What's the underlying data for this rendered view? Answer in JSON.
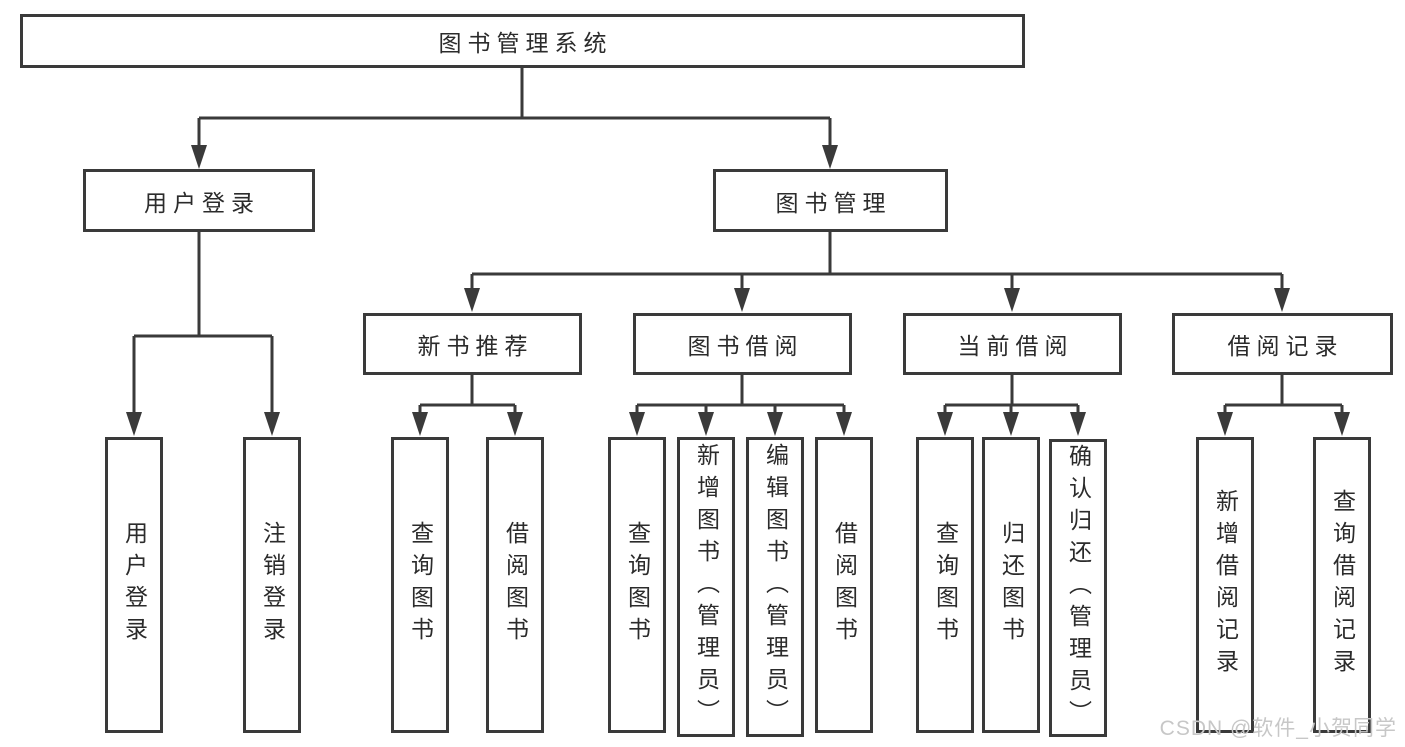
{
  "watermark": "CSDN @软件_小贺同学",
  "diagram": {
    "root": {
      "label": "图书管理系统"
    },
    "level2": [
      {
        "label": "用户登录"
      },
      {
        "label": "图书管理"
      }
    ],
    "level3": [
      {
        "label": "新书推荐"
      },
      {
        "label": "图书借阅"
      },
      {
        "label": "当前借阅"
      },
      {
        "label": "借阅记录"
      }
    ],
    "leaves": {
      "user_login": [
        "用户登录",
        "注销登录"
      ],
      "new_books": [
        "查询图书",
        "借阅图书"
      ],
      "book_borrow": [
        "查询图书",
        "新增图书（管理员）",
        "编辑图书（管理员）",
        "借阅图书"
      ],
      "current_borrow": [
        "查询图书",
        "归还图书",
        "确认归还（管理员）"
      ],
      "borrow_records": [
        "新增借阅记录",
        "查询借阅记录"
      ]
    },
    "line_color": "#3a3a3a"
  }
}
